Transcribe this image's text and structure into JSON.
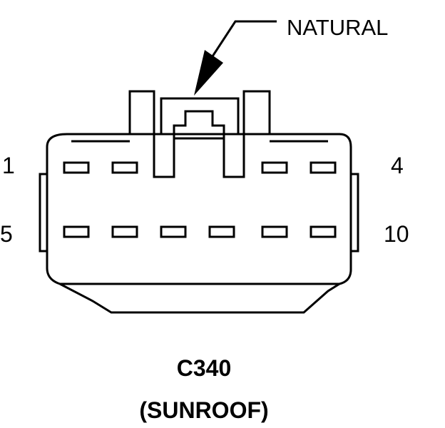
{
  "callout": {
    "label": "NATURAL"
  },
  "pin_labels": {
    "top_left": "1",
    "top_right": "4",
    "bottom_left": "5",
    "bottom_right": "10"
  },
  "connector": {
    "id": "C340",
    "description": "(SUNROOF)",
    "color": "#000000"
  }
}
